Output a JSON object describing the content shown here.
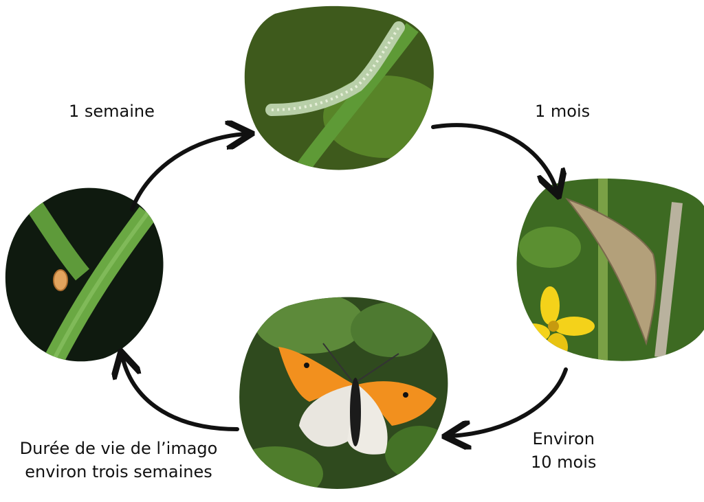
{
  "stages": [
    {
      "id": "egg",
      "icon": "egg-photo"
    },
    {
      "id": "caterpillar",
      "icon": "caterpillar-photo"
    },
    {
      "id": "chrysalis",
      "icon": "chrysalis-photo"
    },
    {
      "id": "butterfly",
      "icon": "butterfly-photo"
    }
  ],
  "labels": {
    "egg_to_caterpillar": "1 semaine",
    "caterpillar_to_chrysalis": "1 mois",
    "chrysalis_to_butterfly_line1": "Environ",
    "chrysalis_to_butterfly_line2": "10 mois",
    "butterfly_to_egg_line1": "Durée de vie de l’imago",
    "butterfly_to_egg_line2": "environ trois semaines"
  },
  "colors": {
    "arrow": "#111111",
    "leaf_green": "#4c8a2e",
    "dark_bg": "#10180f",
    "orange_wing": "#f2901e",
    "yellow_flower": "#f4d21a"
  }
}
